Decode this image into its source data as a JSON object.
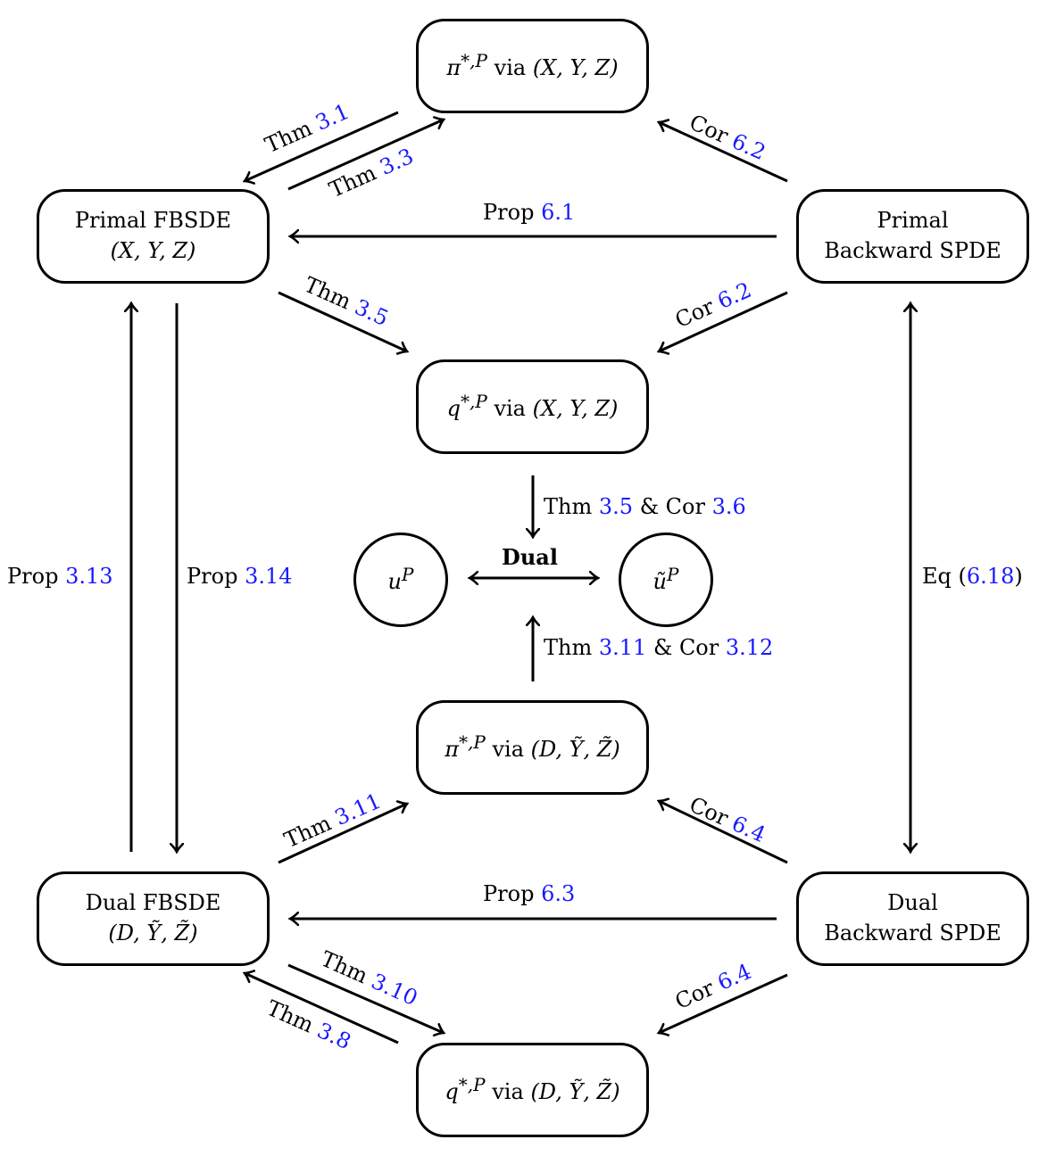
{
  "diagram": {
    "link_color": "#1a1aff",
    "nodes": {
      "pi_xyz": {
        "sym": "π",
        "sup": "*,P",
        "via": "via",
        "args": "(X, Y, Z)"
      },
      "primal_fbsde": {
        "line1": "Primal FBSDE",
        "line2": "(X, Y, Z)"
      },
      "primal_spde": {
        "line1": "Primal",
        "line2": "Backward SPDE"
      },
      "q_xyz": {
        "sym": "q",
        "sup": "*,P",
        "via": "via",
        "args": "(X, Y, Z)"
      },
      "u": {
        "sym": "u",
        "sup": "P"
      },
      "u_tilde": {
        "sym": "ũ",
        "sup": "P"
      },
      "pi_dyz": {
        "sym": "π",
        "sup": "*,P",
        "via": "via",
        "args": "(D, Ỹ, Z̃)"
      },
      "dual_fbsde": {
        "line1": "Dual FBSDE",
        "line2": "(D, Ỹ, Z̃)"
      },
      "dual_spde": {
        "line1": "Dual",
        "line2": "Backward SPDE"
      },
      "q_dyz": {
        "sym": "q",
        "sup": "*,P",
        "via": "via",
        "args": "(D, Ỹ, Z̃)"
      }
    },
    "edges": {
      "thm31": {
        "kind": "Thm",
        "ref": "3.1"
      },
      "thm33": {
        "kind": "Thm",
        "ref": "3.3"
      },
      "cor62a": {
        "kind": "Cor",
        "ref": "6.2"
      },
      "prop61": {
        "kind": "Prop",
        "ref": "6.1"
      },
      "thm35": {
        "kind": "Thm",
        "ref": "3.5"
      },
      "cor62b": {
        "kind": "Cor",
        "ref": "6.2"
      },
      "thm35cor36": {
        "kind": "Thm",
        "ref": "3.5",
        "amp": "& Cor",
        "ref2": "3.6"
      },
      "dual": {
        "label": "Dual"
      },
      "thm311cor312": {
        "kind": "Thm",
        "ref": "3.11",
        "amp": "& Cor",
        "ref2": "3.12"
      },
      "prop313": {
        "kind": "Prop",
        "ref": "3.13"
      },
      "prop314": {
        "kind": "Prop",
        "ref": "3.14"
      },
      "eq618": {
        "kind": "Eq",
        "open": "(",
        "ref": "6.18",
        "close": ")"
      },
      "thm311": {
        "kind": "Thm",
        "ref": "3.11"
      },
      "cor64a": {
        "kind": "Cor",
        "ref": "6.4"
      },
      "prop63": {
        "kind": "Prop",
        "ref": "6.3"
      },
      "thm310": {
        "kind": "Thm",
        "ref": "3.10"
      },
      "thm38": {
        "kind": "Thm",
        "ref": "3.8"
      },
      "cor64b": {
        "kind": "Cor",
        "ref": "6.4"
      }
    }
  }
}
